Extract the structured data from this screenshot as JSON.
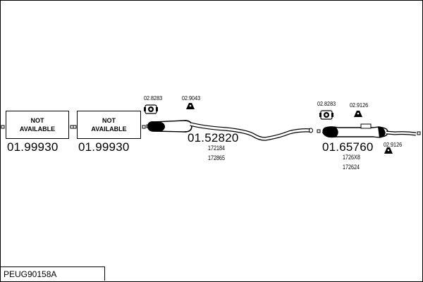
{
  "drawing": {
    "reference": "PEUG90158A",
    "parts": [
      {
        "id": "part1",
        "number": "01.99930",
        "box_text": "NOT\nAVAILABLE"
      },
      {
        "id": "part2",
        "number": "01.99930",
        "box_text": "NOT\nAVAILABLE"
      },
      {
        "id": "part3",
        "number": "01.52820",
        "codes": [
          "172184",
          "172865"
        ]
      },
      {
        "id": "part4",
        "number": "01.65760",
        "codes": [
          "1726X8",
          "172624"
        ]
      }
    ],
    "accessories": {
      "a1": "02.8283",
      "a2": "02.9043",
      "a3": "02.8283",
      "a4": "02.9126",
      "a5": "02.9126"
    }
  }
}
